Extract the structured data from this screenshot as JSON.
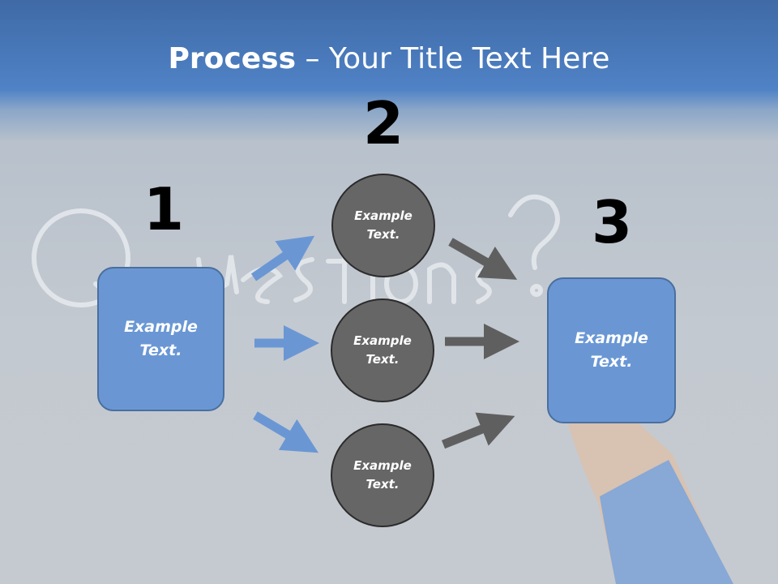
{
  "title": {
    "bold": "Process",
    "rest": " – Your Title Text Here"
  },
  "steps": [
    {
      "number": "1",
      "label": "Example Text."
    },
    {
      "number": "2",
      "labels": [
        "Example Text.",
        "Example Text.",
        "Example Text."
      ]
    },
    {
      "number": "3",
      "label": "Example Text."
    }
  ],
  "colors": {
    "box": "#6a97d4",
    "circle": "#666666",
    "arrow_blue": "#6a97d4",
    "arrow_gray": "#5f5f5f"
  }
}
